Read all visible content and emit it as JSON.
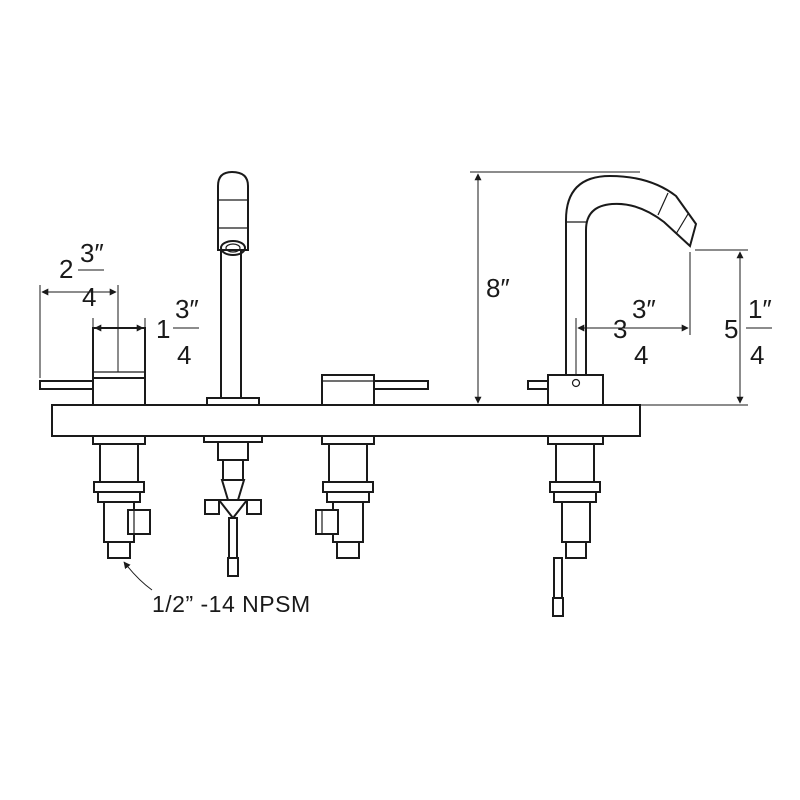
{
  "dimensions": {
    "handle_overall": {
      "whole": "2",
      "num": "3″",
      "den": "4"
    },
    "handle_height": {
      "whole": "1",
      "num": "3″",
      "den": "4"
    },
    "total_height": {
      "label": "8″"
    },
    "spout_reach": {
      "whole": "3",
      "num": "3″",
      "den": "4"
    },
    "spout_height": {
      "whole": "5",
      "num": "1″",
      "den": "4"
    }
  },
  "thread_note": "1/2” -14 NPSM",
  "colors": {
    "line": "#1a1a1a",
    "background": "#ffffff"
  }
}
